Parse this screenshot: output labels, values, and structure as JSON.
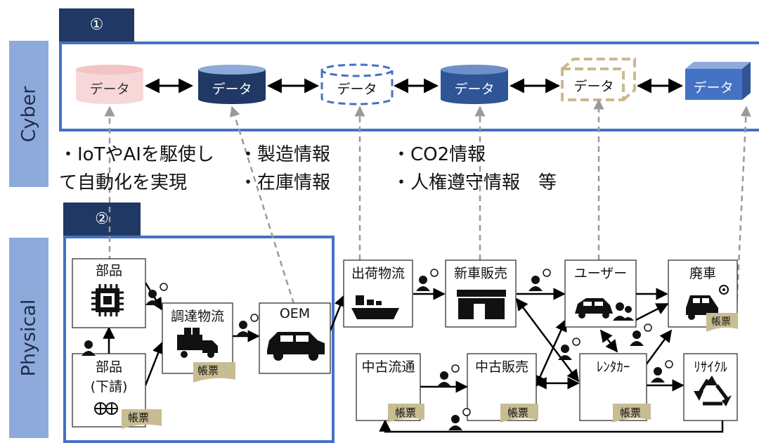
{
  "bands": {
    "cyber": "Cyber",
    "physical": "Physical"
  },
  "tabs": {
    "one": "①",
    "two": "②"
  },
  "databases": [
    {
      "label": "データ"
    },
    {
      "label": "データ"
    },
    {
      "label": "データ"
    },
    {
      "label": "データ"
    },
    {
      "label": "データ"
    },
    {
      "label": "データ"
    }
  ],
  "notes": {
    "iot": [
      "・IoTやAIを駆使し",
      "て自動化を実現"
    ],
    "mfg": [
      "・製造情報",
      "・在庫情報"
    ],
    "co2": [
      "・CO2情報",
      "・人権遵守情報　等"
    ]
  },
  "nodes": {
    "parts": "部品",
    "subparts_line1": "部品",
    "subparts_line2": "(下請)",
    "procurement": "調達物流",
    "oem": "OEM",
    "shipping": "出荷物流",
    "new_sales": "新車販売",
    "user": "ユーザー",
    "scrap": "廃車",
    "used_dist": "中古流通",
    "used_sales": "中古販売",
    "rental": "ﾚﾝﾀｶｰ",
    "recycle": "ﾘｻｲｸﾙ"
  },
  "voucher": "帳票",
  "colors": {
    "navy": "#203864",
    "blue": "#4472c4",
    "mid_blue": "#2f5597",
    "light_blue": "#8eaadb",
    "pink": "#f8d7d8",
    "tan": "#c9b98f",
    "voucher": "#c8bc93"
  }
}
